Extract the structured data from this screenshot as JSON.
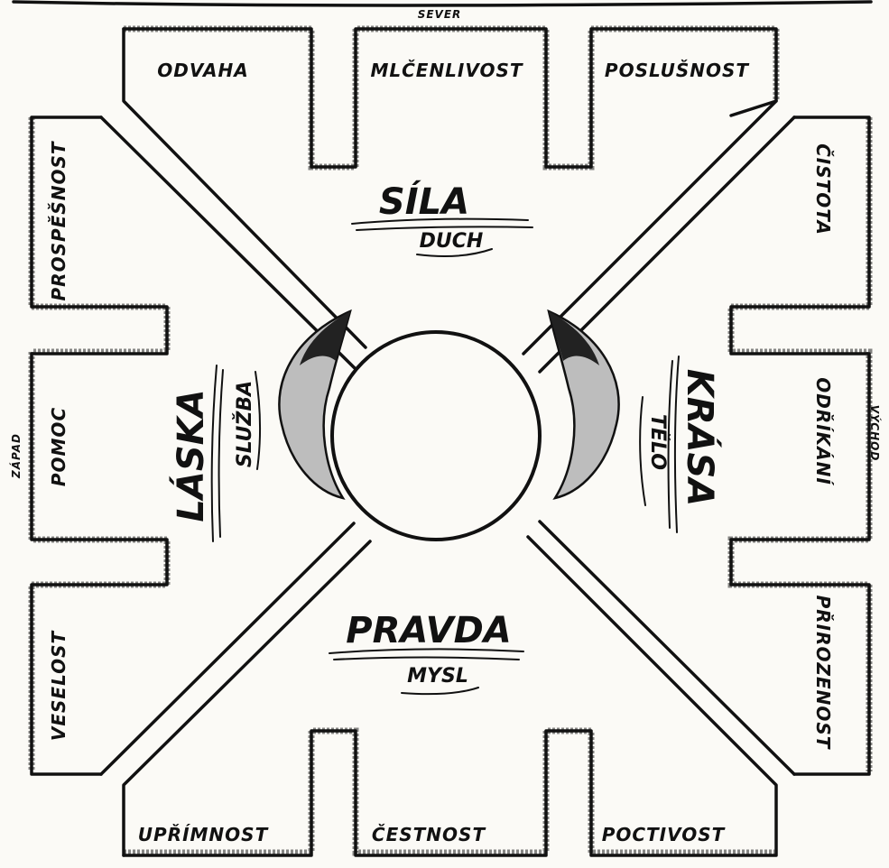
{
  "directions": {
    "north": "SEVER",
    "west": "ZÁPAD",
    "east": "VÝCHOD"
  },
  "quadrants": {
    "north": {
      "title": "SÍLA",
      "subtitle": "DUCH"
    },
    "south": {
      "title": "PRAVDA",
      "subtitle": "MYSL"
    },
    "west": {
      "title": "LÁSKA",
      "subtitle": "SLUŽBA"
    },
    "east": {
      "title": "KRÁSA",
      "subtitle": "TĚLO"
    }
  },
  "rooms": {
    "top": [
      "ODVAHA",
      "MLČENLIVOST",
      "POSLUŠNOST"
    ],
    "bottom": [
      "UPŘÍMNOST",
      "ČESTNOST",
      "POCTIVOST"
    ],
    "left": [
      "PROSPĚŠNOST",
      "POMOC",
      "VESELOST"
    ],
    "right": [
      "ČISTOTA",
      "ODŘÍKÁNÍ",
      "PŘIROZENOST"
    ]
  }
}
